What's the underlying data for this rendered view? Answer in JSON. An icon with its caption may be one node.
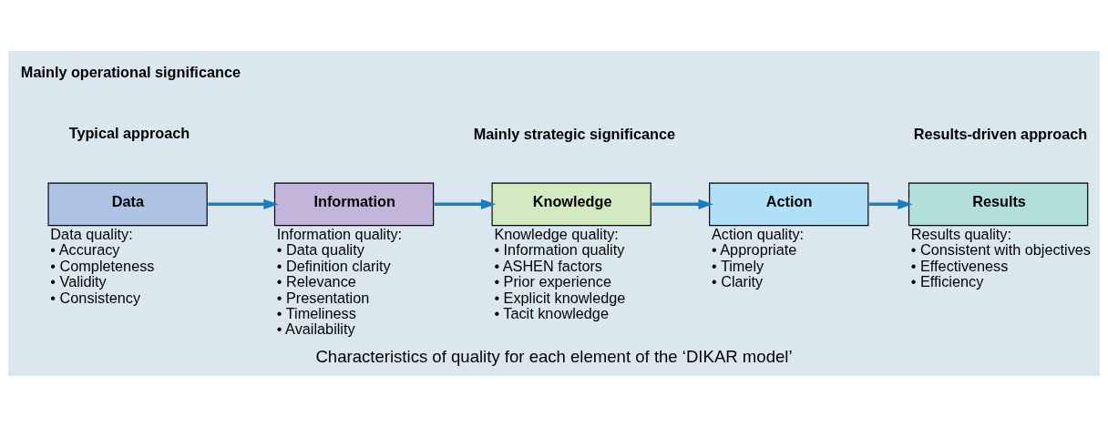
{
  "diagram": {
    "caption": "Characteristics of quality for each element of the ‘DIKAR model’",
    "nodes": [
      {
        "text": [
          "Data"
        ],
        "beside": [
          "Data quality:",
          "• Accuracy",
          "• Completeness",
          "• Validity",
          "• Consistency"
        ]
      },
      {
        "text": [
          "Information"
        ],
        "beside": [
          "Information quality:",
          "• Data quality",
          "• Definition clarity",
          "• Relevance",
          "• Presentation",
          "• Timeliness",
          "• Availability"
        ]
      },
      {
        "text": [
          "Knowledge"
        ],
        "beside": [
          "Knowledge quality:",
          "• Information quality",
          "• ASHEN factors",
          "• Prior experience",
          "• Explicit knowledge",
          "• Tacit knowledge"
        ]
      },
      {
        "text": [
          "Action"
        ],
        "beside": [
          "Action quality:",
          "• Appropriate",
          "• Timely",
          "• Clarity"
        ]
      },
      {
        "text": [
          "Results"
        ],
        "beside": [
          "Results quality:",
          "• Consistent with objectives",
          "• Effectiveness",
          "• Efficiency"
        ]
      }
    ],
    "edges": [
      {
        "from": 0,
        "to": 1,
        "arrow": "to"
      },
      {
        "from": 1,
        "to": 2,
        "arrow": "to"
      },
      {
        "from": 2,
        "to": 3,
        "arrow": "to"
      },
      {
        "from": 3,
        "to": 4,
        "arrow": "to"
      }
    ],
    "labels": [
      "Typical approach",
      "Results-driven approach",
      "Mainly operational significance",
      "Mainly strategic significance"
    ]
  }
}
